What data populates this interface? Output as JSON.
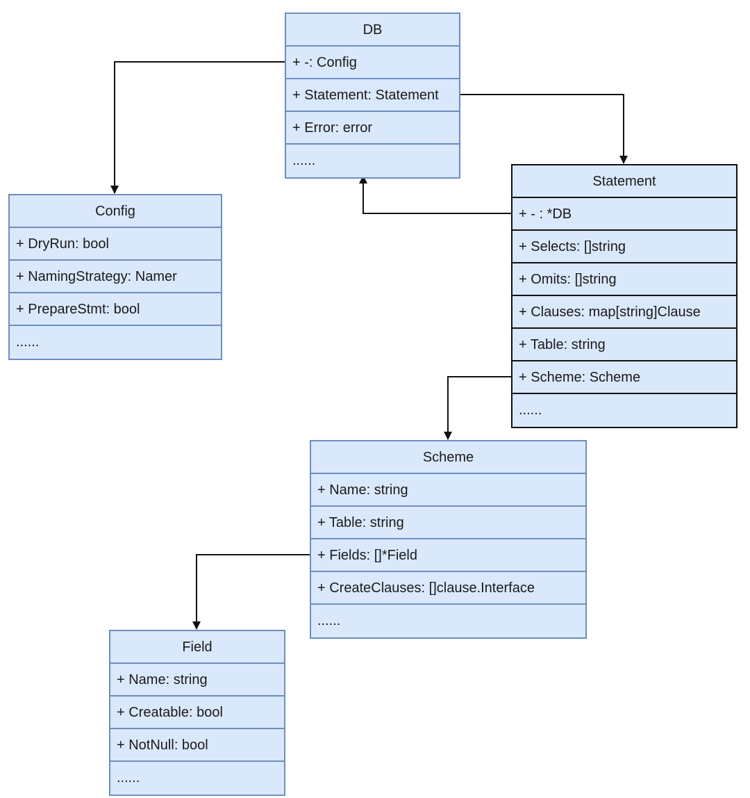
{
  "colors": {
    "class_fill": "#dae8fc",
    "class_border": "#6c8ebf",
    "selected_border": "#111111",
    "connector": "#111111"
  },
  "classes": {
    "db": {
      "name": "DB",
      "fields": [
        "+ -: Config",
        "+ Statement: Statement",
        "+ Error: error",
        "......"
      ]
    },
    "config": {
      "name": "Config",
      "fields": [
        "+ DryRun: bool",
        "+ NamingStrategy: Namer",
        "+ PrepareStmt: bool",
        "......"
      ]
    },
    "statement": {
      "name": "Statement",
      "fields": [
        "+ - : *DB",
        "+ Selects: []string",
        "+ Omits: []string",
        "+ Clauses: map[string]Clause",
        "+ Table: string",
        "+ Scheme: Scheme",
        "......"
      ]
    },
    "scheme": {
      "name": "Scheme",
      "fields": [
        "+ Name: string",
        "+ Table: string",
        "+ Fields: []*Field",
        "+ CreateClauses: []clause.Interface",
        "......"
      ]
    },
    "field": {
      "name": "Field",
      "fields": [
        "+ Name: string",
        "+ Creatable: bool",
        "+ NotNull: bool",
        "......"
      ]
    }
  },
  "connectors": [
    {
      "from": "db.fields.0",
      "to": "config"
    },
    {
      "from": "db.fields.1",
      "to": "statement"
    },
    {
      "from": "statement.fields.0",
      "to": "db"
    },
    {
      "from": "statement.fields.5",
      "to": "scheme"
    },
    {
      "from": "scheme.fields.2",
      "to": "field"
    }
  ]
}
